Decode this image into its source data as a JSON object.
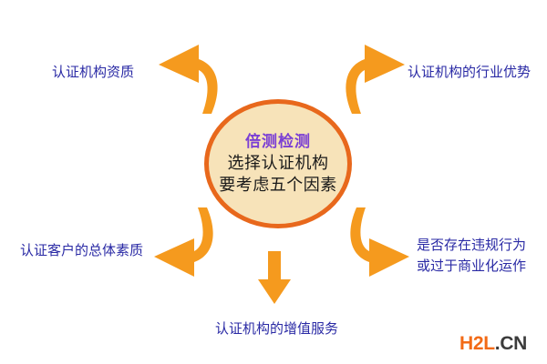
{
  "diagram": {
    "center": {
      "brand": "倍测检测",
      "line2": "选择认证机构",
      "line3": "要考虑五个因素",
      "fill_color": "#f7e3b9",
      "ring_color": "#e8681c",
      "brand_color": "#7b3fd4",
      "text_color": "#1a1a1a"
    },
    "arrow_color": "#f59a1e",
    "label_color": "#2a2aa5",
    "branches": [
      {
        "id": "top-left",
        "label": "认证机构资质",
        "arrow": "curved-arrow-up-left-icon"
      },
      {
        "id": "top-right",
        "label": "认证机构的行业优势",
        "arrow": "curved-arrow-up-right-icon"
      },
      {
        "id": "bottom-left",
        "label": "认证客户的总体素质",
        "arrow": "curved-arrow-down-left-icon"
      },
      {
        "id": "bottom-right",
        "label_line1": "是否存在违规行为",
        "label_line2": "或过于商业化运作",
        "arrow": "curved-arrow-down-right-icon"
      },
      {
        "id": "bottom-center",
        "label": "认证机构的增值服务",
        "arrow": "arrow-down-icon"
      }
    ]
  },
  "watermark": {
    "primary": "H2L",
    "suffix": ".CN",
    "primary_color": "#f26a16",
    "suffix_color": "#3b3b3b"
  }
}
